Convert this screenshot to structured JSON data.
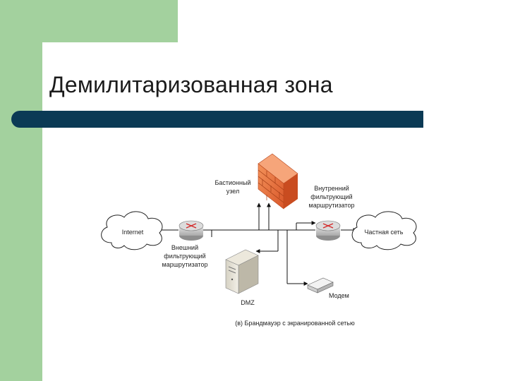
{
  "slide": {
    "title": "Демилитаризованная зона"
  },
  "diagram": {
    "bastion_label": [
      "Бастионный",
      "узел"
    ],
    "inner_router_label": [
      "Внутренний",
      "фильтрующий",
      "маршрутизатор"
    ],
    "outer_router_label": [
      "Внешний",
      "фильтрующий",
      "маршрутизатор"
    ],
    "internet_label": "Internet",
    "private_net_label": "Частная сеть",
    "dmz_label": "DMZ",
    "modem_label": "Модем",
    "caption": "(в) Брандмауэр с экранированной сетью"
  },
  "colors": {
    "green": "#a3d19e",
    "title_bar": "#0b3a55",
    "firewall": "#e8743c"
  }
}
